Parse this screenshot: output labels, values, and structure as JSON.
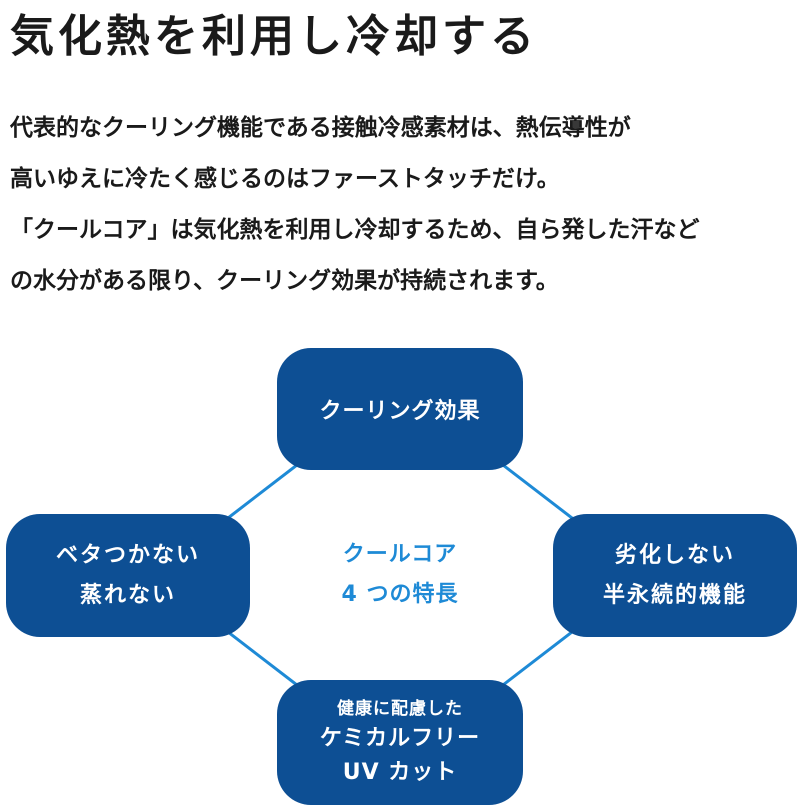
{
  "title": "気化熱を利用し冷却する",
  "body_lines": [
    "代表的なクーリング機能である接触冷感素材は、熱伝導性が",
    "高いゆえに冷たく感じるのはファーストタッチだけ。",
    "「クールコア」は気化熱を利用し冷却するため、自ら発した汗など",
    "の水分がある限り、クーリング効果が持続されます。"
  ],
  "diagram": {
    "center": {
      "line1": "クールコア",
      "line2": "4 つの特長"
    },
    "nodes": {
      "top": {
        "line1": "クーリング効果"
      },
      "left": {
        "line1": "ベタつかない",
        "line2": "蒸れない"
      },
      "right": {
        "line1": "劣化しない",
        "line2": "半永続的機能"
      },
      "bottom": {
        "line1": "健康に配慮した",
        "line2": "ケミカルフリー",
        "line3": "UV カット"
      }
    },
    "colors": {
      "node_fill": "#0d4f94",
      "node_text": "#ffffff",
      "connector": "#1e8ad6",
      "center_text": "#1e8ad6"
    }
  }
}
